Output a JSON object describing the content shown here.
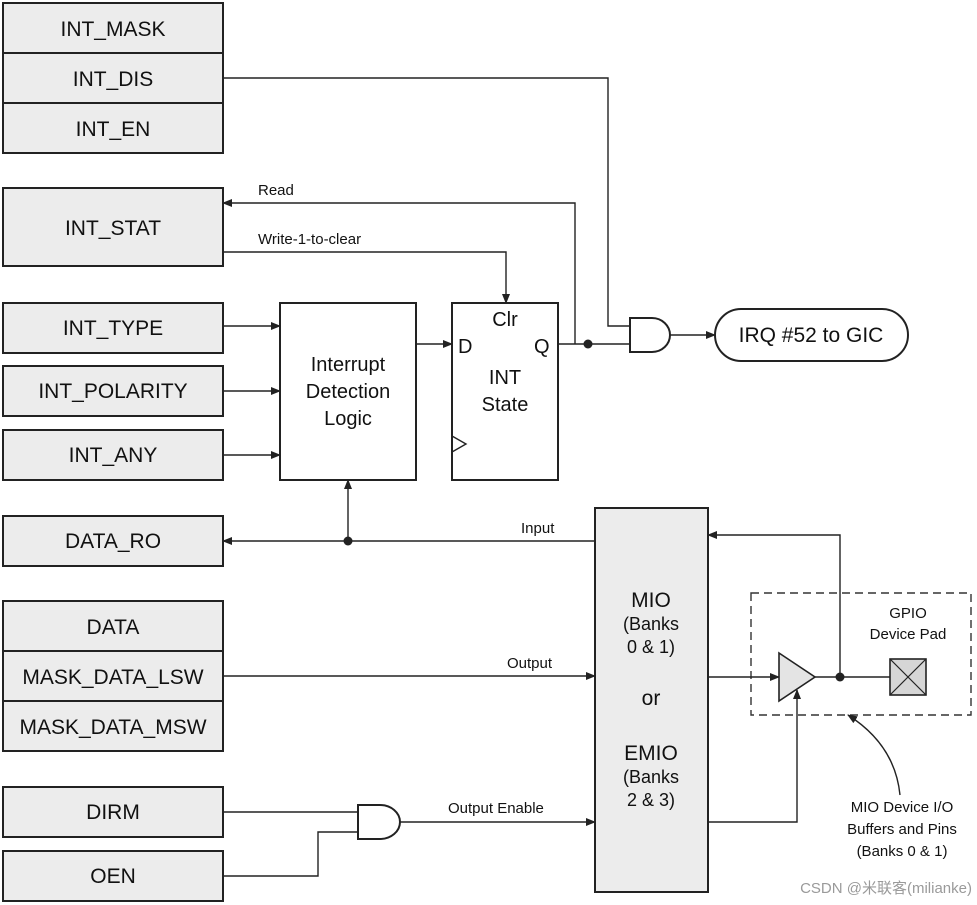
{
  "registers": {
    "int_mask": "INT_MASK",
    "int_dis": "INT_DIS",
    "int_en": "INT_EN",
    "int_stat": "INT_STAT",
    "int_type": "INT_TYPE",
    "int_polarity": "INT_POLARITY",
    "int_any": "INT_ANY",
    "data_ro": "DATA_RO",
    "data": "DATA",
    "mask_data_lsw": "MASK_DATA_LSW",
    "mask_data_msw": "MASK_DATA_MSW",
    "dirm": "DIRM",
    "oen": "OEN"
  },
  "signals": {
    "read": "Read",
    "write_clear": "Write-1-to-clear",
    "input": "Input",
    "output": "Output",
    "output_enable": "Output Enable"
  },
  "interrupt_logic": [
    "Interrupt",
    "Detection",
    "Logic"
  ],
  "int_state": {
    "clr": "Clr",
    "d": "D",
    "q": "Q",
    "title": [
      "INT",
      "State"
    ]
  },
  "irq_label": "IRQ #52 to GIC",
  "mio_block": {
    "mio": "MIO",
    "banks_01": [
      "(Banks",
      "0 & 1)"
    ],
    "or": "or",
    "emio": "EMIO",
    "banks_23": [
      "(Banks",
      "2 & 3)"
    ]
  },
  "gpio_pad": [
    "GPIO",
    "Device Pad"
  ],
  "mio_buffers": [
    "MIO Device I/O",
    "Buffers and Pins",
    "(Banks 0 & 1)"
  ],
  "watermark": "CSDN @米联客(milianke)"
}
